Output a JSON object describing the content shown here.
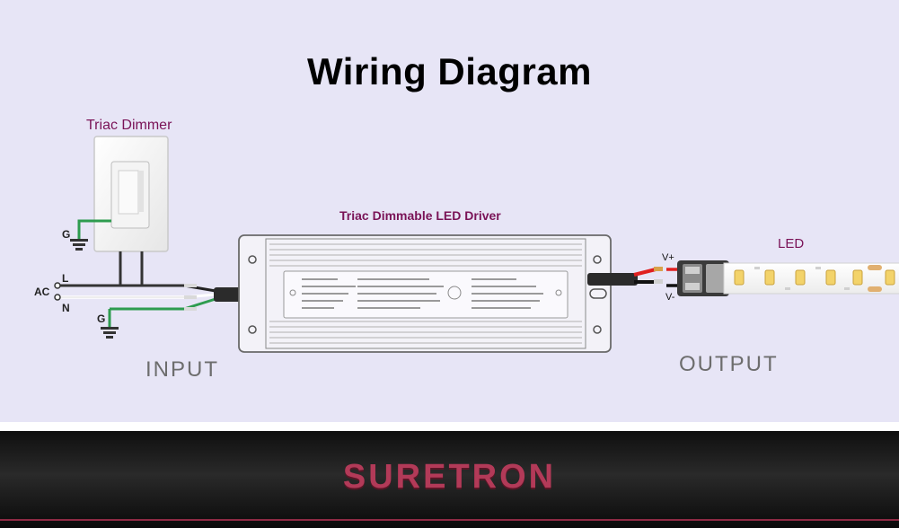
{
  "title": "Wiring Diagram",
  "dimmer": {
    "label": "Triac Dimmer"
  },
  "driver": {
    "label": "Triac Dimmable LED Driver"
  },
  "led": {
    "label": "LED"
  },
  "input": {
    "label": "INPUT",
    "terminals": {
      "ground": "G",
      "line": "L",
      "ac": "AC",
      "neutral": "N",
      "ground2": "G"
    }
  },
  "output": {
    "label": "OUTPUT",
    "terminals": {
      "positive": "V+",
      "negative": "V-"
    }
  },
  "brand": {
    "name": "SURETRON"
  },
  "colors": {
    "background": "#e7e5f6",
    "accent": "#7a1357",
    "ground_wire": "#2e9c4f",
    "positive_wire": "#e02020",
    "negative_wire": "#111111",
    "brand": "#b23a58"
  }
}
